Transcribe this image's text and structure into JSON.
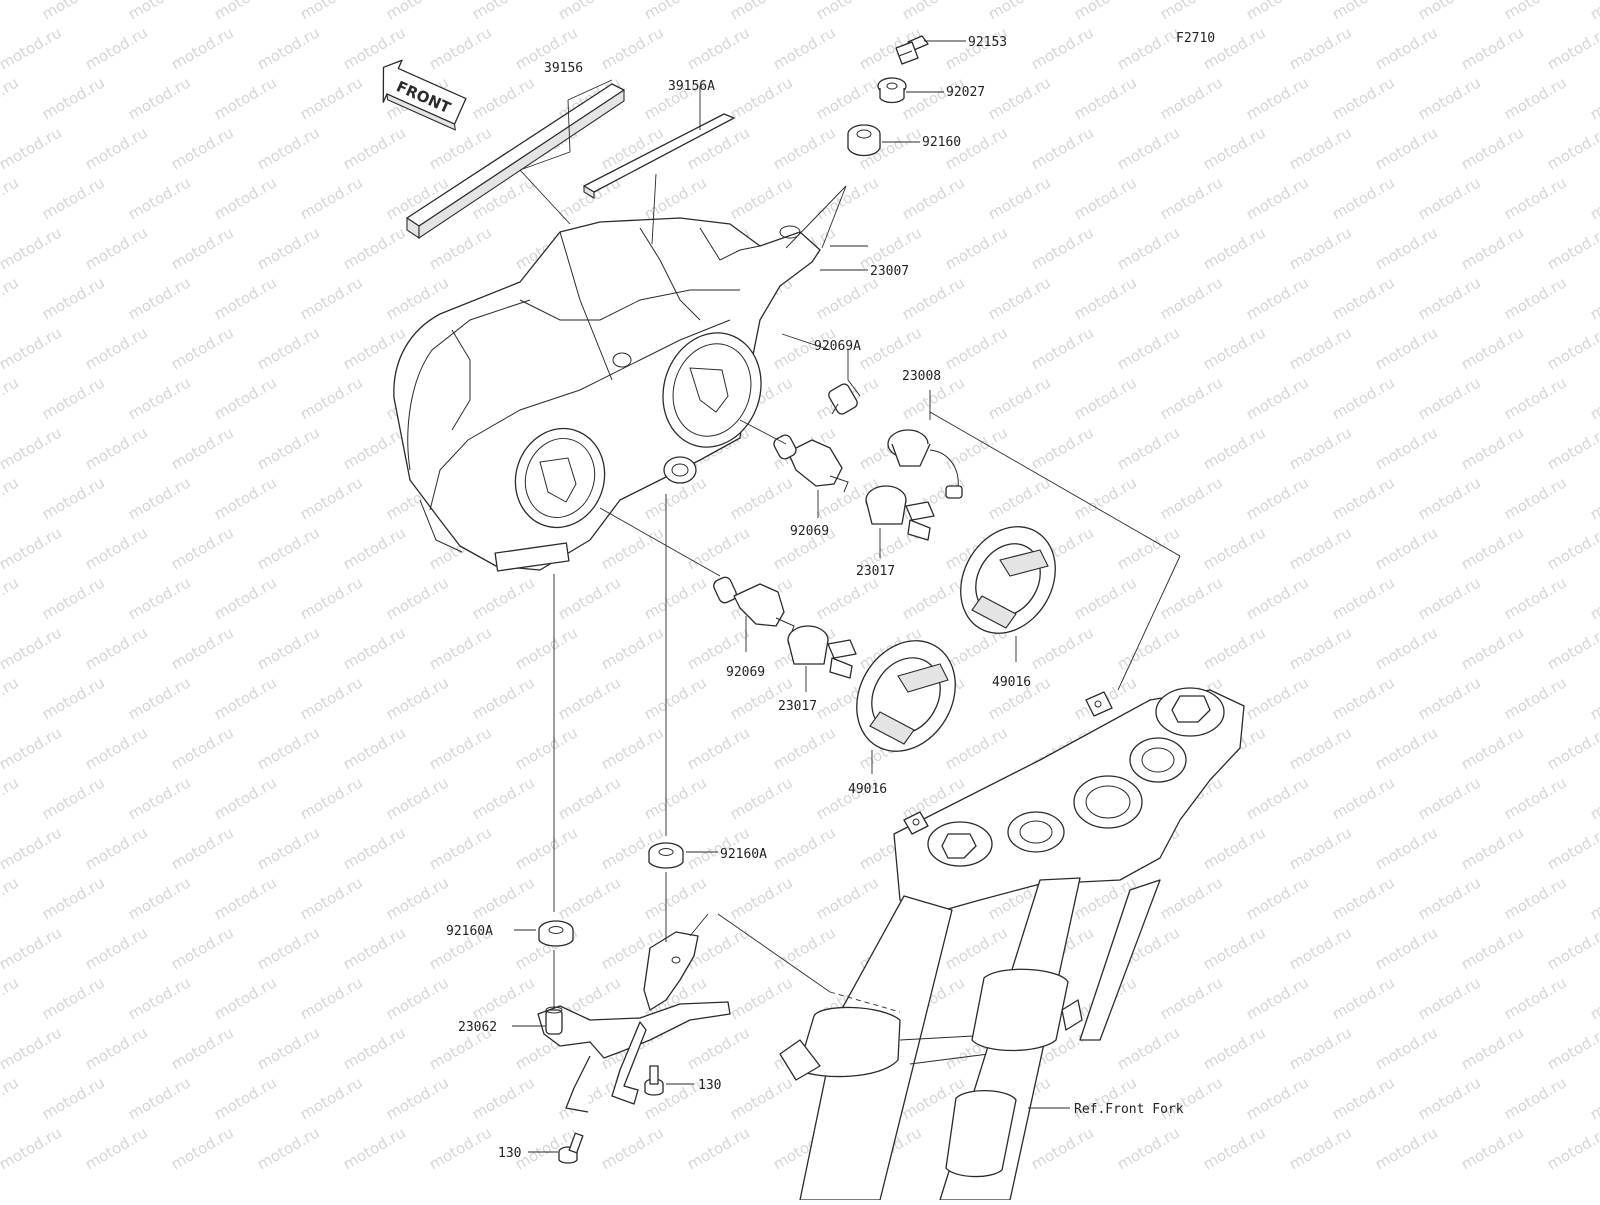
{
  "figure_code": "F2710",
  "front_badge": "FRONT",
  "watermark_text": "motod.ru",
  "colors": {
    "ink": "#2a2a2a",
    "watermark": "#d6d6d6",
    "background": "#ffffff"
  },
  "labels": {
    "p92153": "92153",
    "p92027": "92027",
    "p92160": "92160",
    "p23007": "23007",
    "p39156": "39156",
    "p39156A": "39156A",
    "p92069A": "92069A",
    "p23008": "23008",
    "p92069_upper": "92069",
    "p23017_upper": "23017",
    "p92069_lower": "92069",
    "p23017_lower": "23017",
    "p49016_right": "49016",
    "p49016_left": "49016",
    "p92160A_right": "92160A",
    "p92160A_left": "92160A",
    "p23062": "23062",
    "p130_right": "130",
    "p130_left": "130",
    "ref_front_fork": "Ref.Front Fork"
  }
}
